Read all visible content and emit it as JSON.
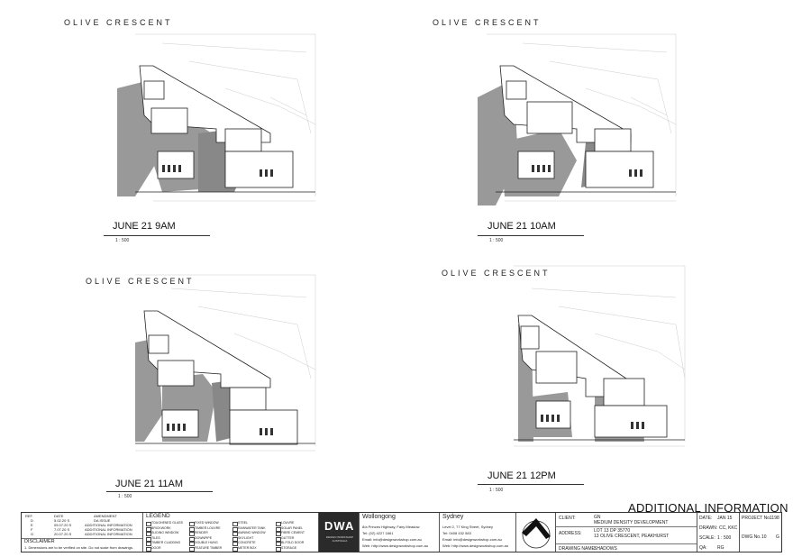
{
  "views": [
    {
      "street": "OLIVE CRESCENT",
      "caption": "JUNE 21 9AM",
      "scale": "1 : 500"
    },
    {
      "street": "OLIVE CRESCENT",
      "caption": "JUNE 21 10AM",
      "scale": "1 : 500"
    },
    {
      "street": "OLIVE CRESCENT",
      "caption": "JUNE 21 11AM",
      "scale": "1 : 500"
    },
    {
      "street": "OLIVE CRESCENT",
      "caption": "JUNE 21 12PM",
      "scale": "1 : 500"
    }
  ],
  "sheet_title": "ADDITIONAL INFORMATION",
  "amendments": {
    "headers": [
      "REF.",
      "DATE",
      "AMENDMENT"
    ],
    "rows": [
      [
        "D",
        "5.02.20 S",
        "DA ISSUE"
      ],
      [
        "E",
        "05.07.20 S",
        "ADDITIONAL INFORMATION"
      ],
      [
        "F",
        "7.07.20 S",
        "ADDITIONAL INFORMATION"
      ],
      [
        "G",
        "20.07.20 S",
        "ADDITIONAL INFORMATION"
      ]
    ],
    "disclaimer_title": "DISCLAIMER",
    "disclaimer_text": "1. Dimensions are to be verified on site. Do not scale from drawings."
  },
  "legend": {
    "title": "LEGEND",
    "items": [
      "TOUGHENED GLASS",
      "BRICKWORK",
      "SLIDING WINDOW",
      "TILES",
      "TIMBER CLADDING",
      "DOOR",
      "FIXED WINDOW",
      "TIMBER LOUVRE",
      "RENDER",
      "DOWNPIPE",
      "DOUBLE HUNG",
      "FEATURE TIMBER",
      "STEEL",
      "RAINWATER TANK",
      "AWNING WINDOW",
      "SKYLIGHT",
      "CONCRETE",
      "METER BOX",
      "LOUVRE",
      "SOLAR PANEL",
      "FIBRE CEMENT",
      "GUTTER",
      "BI-FOLD DOOR",
      "STORAGE"
    ]
  },
  "company": {
    "logo_text": "DWA",
    "logo_sub": "DESIGN WORKSHOP AUSTRALIA",
    "office1": {
      "city": "Wollongong",
      "address": "8/a Princes Highway, Fairy Meadow",
      "tel": "Tel: (02) 4227 1661",
      "email": "Email: info@designworkshop.com.au",
      "web": "Web: http://www.designworkshop.com.au"
    },
    "office2": {
      "city": "Sydney",
      "address": "Level 2, 77 King Street, Sydney",
      "tel": "Tel: 0408 432 583",
      "email": "Email: info@designworkshop.com.au",
      "web": "Web: http://www.designworkshop.com.au"
    }
  },
  "project": {
    "client_label": "CLIENT:",
    "client": "GN",
    "client2": "MEDIUM DENSITY DEVELOPMENT",
    "address_label": "ADDRESS:",
    "address1": "LOT 13 DP 35770",
    "address2": "13 OLIVE CRESCENT, PEAKHURST",
    "drawing_name_label": "DRAWING NAME:",
    "drawing_name": "SHADOWS",
    "date_label": "DATE:",
    "date": "JAN 15",
    "drawn_label": "DRAWN:",
    "drawn": "CC, KKC",
    "scale_label": "SCALE:",
    "scale": "1 : 500",
    "qa_label": "QA:",
    "qa": "RG",
    "project_no_label": "PROJECT No.",
    "project_no": "1198",
    "dwg_no_label": "DWG No.",
    "dwg_no": "10",
    "revision": "G"
  }
}
